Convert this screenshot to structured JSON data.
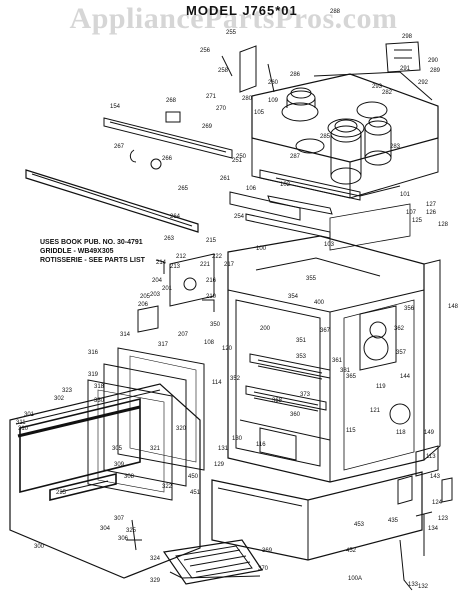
{
  "watermark": "AppliancePartsPros.com",
  "title": "MODEL  J765*01",
  "notes": [
    "USES BOOK PUB. NO. 30-4791",
    "GRIDDLE - WB49X305",
    "ROTISSERIE - SEE PARTS LIST"
  ],
  "part_labels": [
    "288",
    "255",
    "256",
    "258",
    "260",
    "280",
    "286",
    "298",
    "290",
    "289",
    "291",
    "292",
    "293",
    "109",
    "105",
    "282",
    "285",
    "287",
    "283",
    "154",
    "268",
    "271",
    "270",
    "269",
    "267",
    "266",
    "261",
    "265",
    "264",
    "263",
    "251",
    "250",
    "106",
    "102",
    "101",
    "254",
    "127",
    "126",
    "107",
    "125",
    "103",
    "128",
    "215",
    "222",
    "221",
    "217",
    "216",
    "212",
    "213",
    "214",
    "210",
    "203",
    "201",
    "207",
    "204",
    "205",
    "206",
    "100",
    "355",
    "354",
    "400",
    "356",
    "350",
    "200",
    "367",
    "362",
    "357",
    "148",
    "108",
    "120",
    "114",
    "351",
    "353",
    "381",
    "352",
    "361",
    "373",
    "368",
    "365",
    "360",
    "144",
    "121",
    "116",
    "119",
    "115",
    "118",
    "149",
    "113",
    "143",
    "317",
    "316",
    "314",
    "319",
    "318",
    "330",
    "320",
    "321",
    "322",
    "323",
    "325",
    "305",
    "302",
    "301",
    "311",
    "304",
    "306",
    "307",
    "308",
    "309",
    "235",
    "300",
    "329",
    "324",
    "310",
    "133",
    "134",
    "132",
    "131",
    "129",
    "130",
    "450",
    "451",
    "453",
    "452",
    "435",
    "369",
    "370",
    "100A",
    "124",
    "123"
  ]
}
